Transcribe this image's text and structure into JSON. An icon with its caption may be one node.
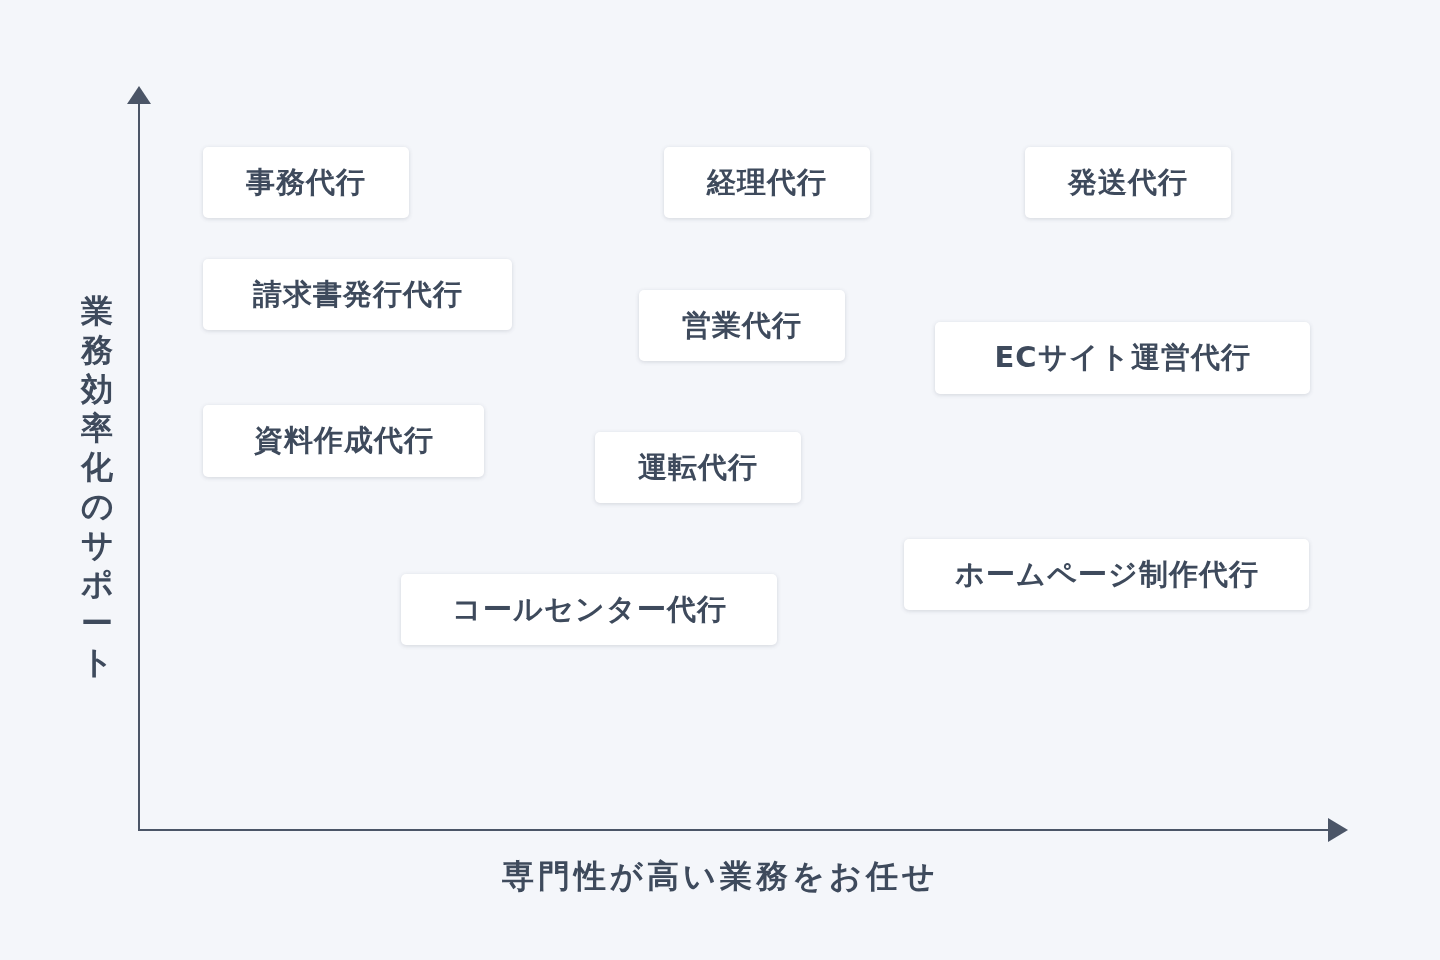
{
  "diagram": {
    "nodes": [
      {
        "text": [
          "事務代行"
        ]
      },
      {
        "text": [
          "経理代行"
        ]
      },
      {
        "text": [
          "発送代行"
        ]
      },
      {
        "text": [
          "請求書発行代行"
        ]
      },
      {
        "text": [
          "営業代行"
        ]
      },
      {
        "text": [
          "ECサイト運営代行"
        ]
      },
      {
        "text": [
          "資料作成代行"
        ]
      },
      {
        "text": [
          "運転代行"
        ]
      },
      {
        "text": [
          "ホームページ制作代行"
        ]
      },
      {
        "text": [
          "コールセンター代行"
        ]
      }
    ],
    "labels": [
      "業務効率化のサポート",
      "専門性が高い業務をお任せ"
    ]
  }
}
